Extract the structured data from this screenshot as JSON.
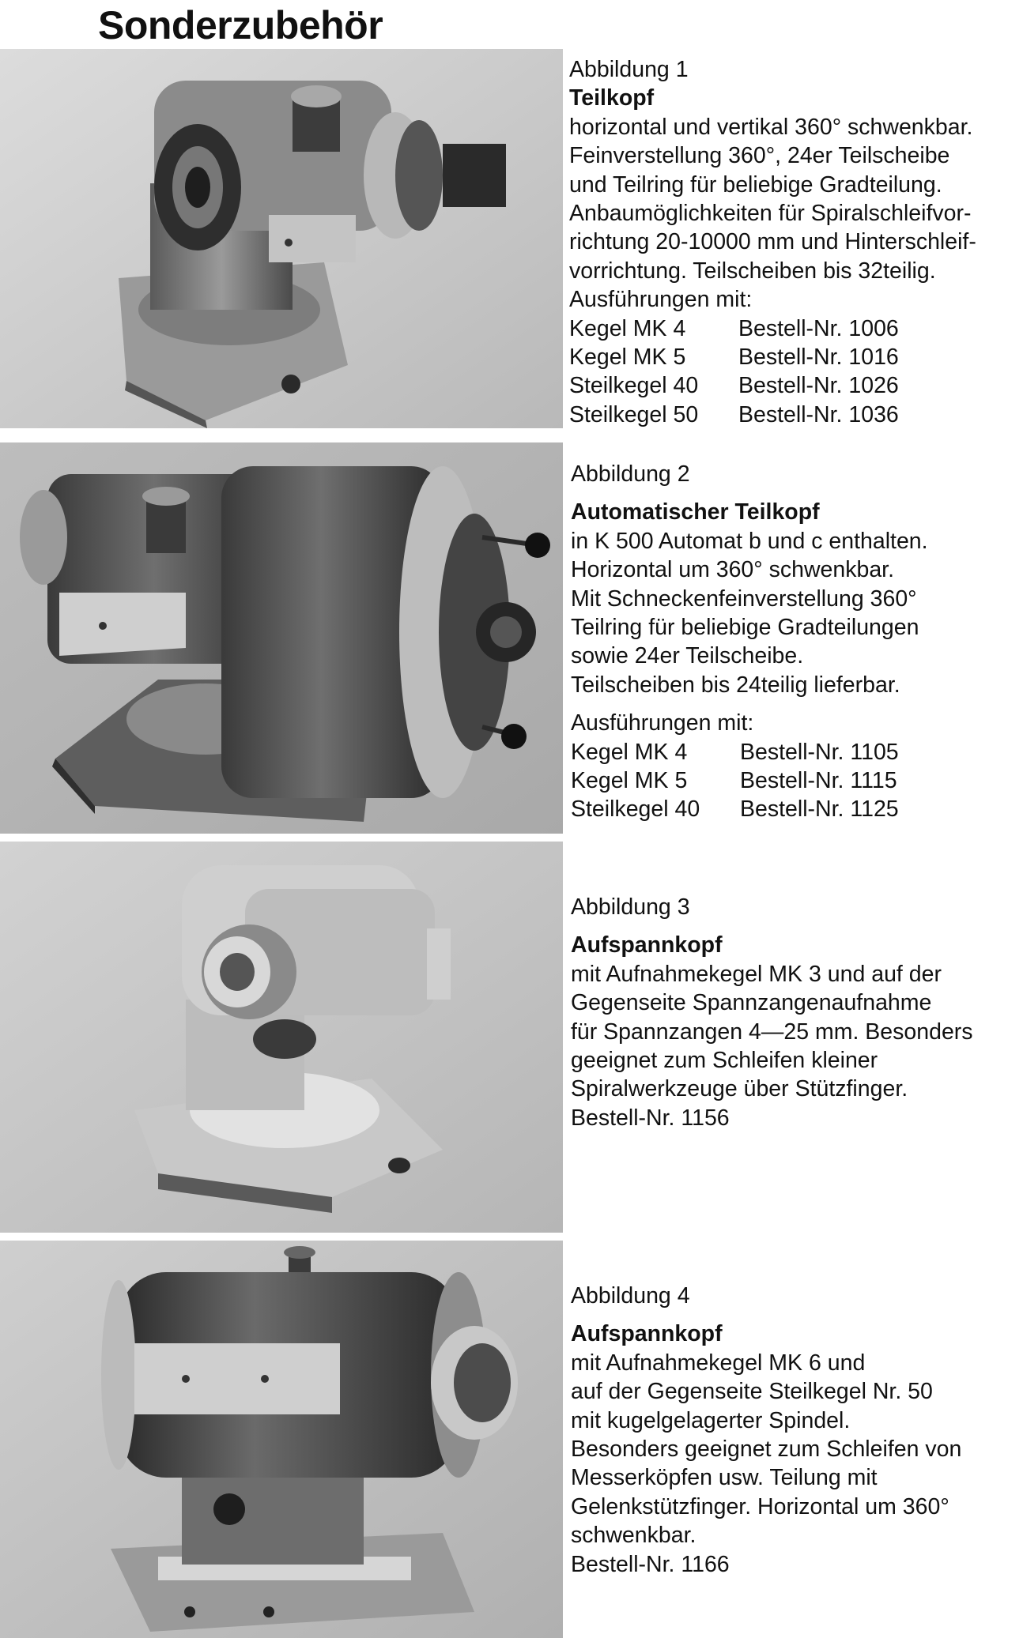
{
  "page": {
    "title": "Sonderzubehör"
  },
  "colors": {
    "text": "#111111",
    "photo_bg": "#c9c9c9",
    "metal_dark": "#3b3b3b",
    "metal_light": "#d4d4d4"
  },
  "items": [
    {
      "figure": "Abbildung 1",
      "name": "Teilkopf",
      "description": "horizontal und vertikal 360° schwenkbar.\nFeinverstellung 360°, 24er Teilscheibe\nund Teilring für beliebige Gradteilung.\nAnbaumöglichkeiten für Spiralschleifvor-\nrichtung 20-10000 mm und Hinterschleif-\nvorrichtung. Teilscheiben bis 32teilig.",
      "variants_title": "Ausführungen mit:",
      "variants": [
        {
          "label": "Kegel MK 4",
          "order": "Bestell-Nr. 1006"
        },
        {
          "label": "Kegel MK 5",
          "order": "Bestell-Nr. 1016"
        },
        {
          "label": "Steilkegel 40",
          "order": "Bestell-Nr. 1026"
        },
        {
          "label": "Steilkegel 50",
          "order": "Bestell-Nr. 1036"
        }
      ]
    },
    {
      "figure": "Abbildung 2",
      "name": "Automatischer Teilkopf",
      "description": "in K 500 Automat b und c enthalten.\nHorizontal um 360° schwenkbar.\nMit Schneckenfeinverstellung 360°\nTeilring für beliebige Gradteilungen\nsowie 24er Teilscheibe.\nTeilscheiben bis 24teilig lieferbar.",
      "variants_title": "Ausführungen mit:",
      "variants": [
        {
          "label": "Kegel MK 4",
          "order": "Bestell-Nr. 1105"
        },
        {
          "label": "Kegel MK 5",
          "order": "Bestell-Nr. 1115"
        },
        {
          "label": "Steilkegel 40",
          "order": "Bestell-Nr. 1125"
        }
      ]
    },
    {
      "figure": "Abbildung 3",
      "name": "Aufspannkopf",
      "description": "mit Aufnahmekegel MK 3 und auf der\nGegenseite Spannzangenaufnahme\nfür Spannzangen 4—25 mm. Besonders\ngeeignet zum Schleifen kleiner\nSpiralwerkzeuge über Stützfinger.\nBestell-Nr. 1156"
    },
    {
      "figure": "Abbildung 4",
      "name": "Aufspannkopf",
      "description": "mit Aufnahmekegel MK 6 und\nauf der Gegenseite Steilkegel Nr. 50\nmit kugelgelagerter Spindel.\nBesonders geeignet zum Schleifen von\nMesserköpfen usw. Teilung mit\nGelenkstützfinger. Horizontal um 360°\nschwenkbar.\nBestell-Nr. 1166"
    }
  ]
}
